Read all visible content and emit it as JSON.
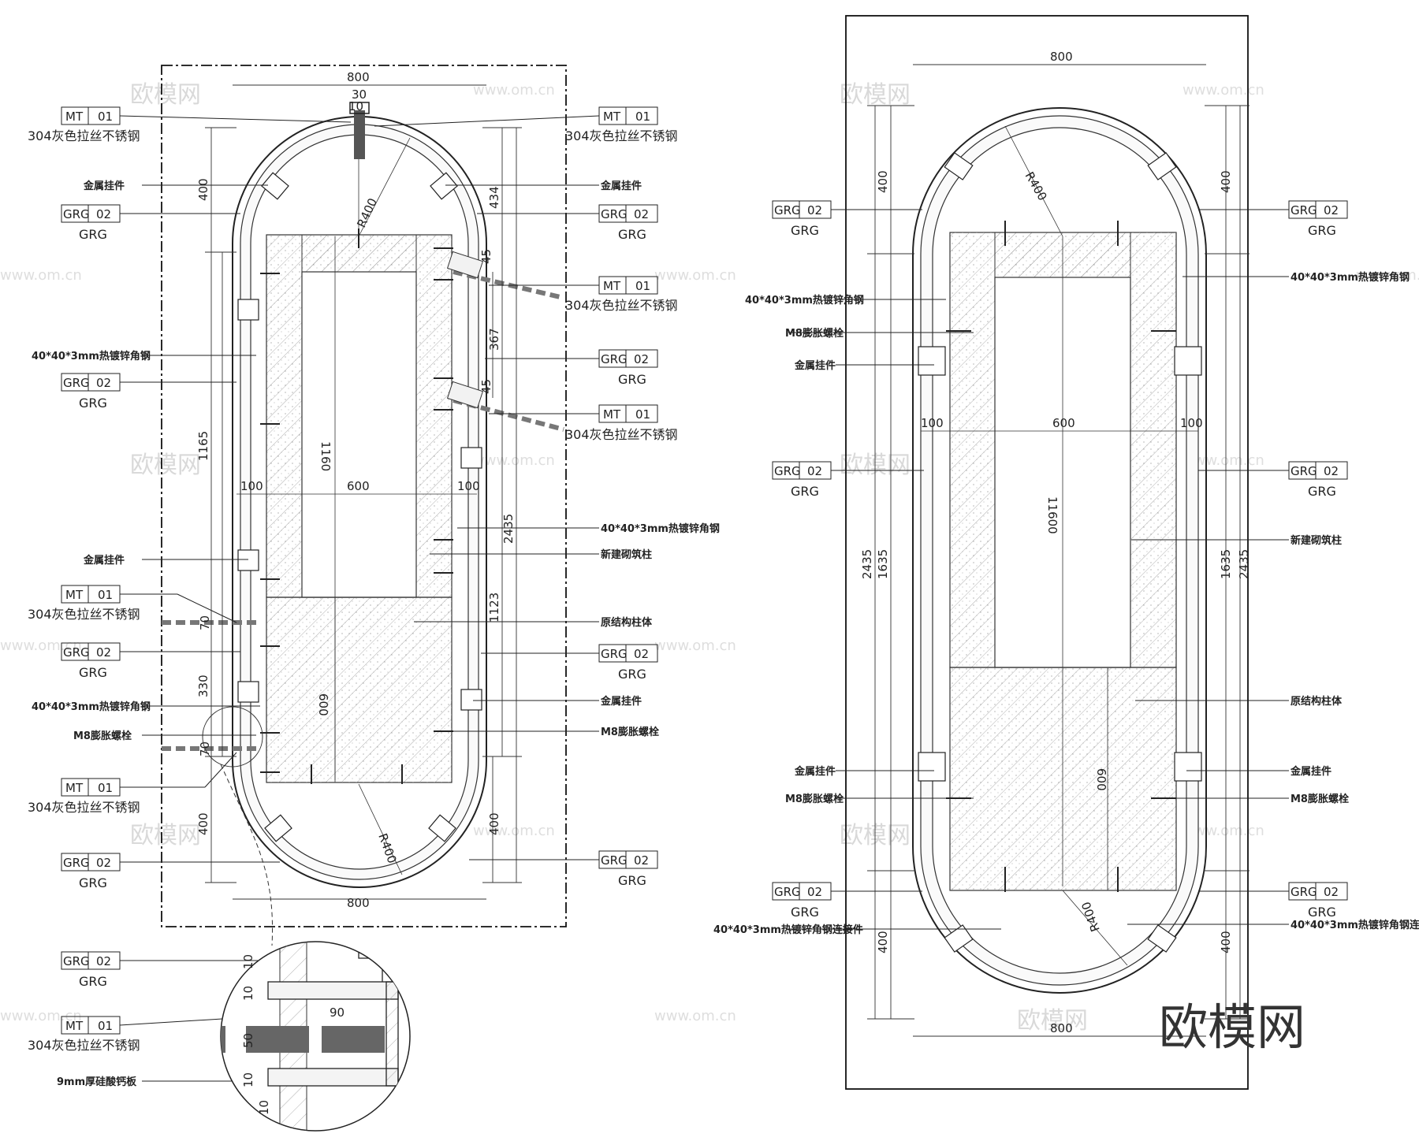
{
  "tags": {
    "mt_code": "MT",
    "mt_no": "01",
    "mt_desc": "304灰色拉丝不锈钢",
    "grg_code": "GRG",
    "grg_no": "02",
    "grg_desc": "GRG"
  },
  "labels": {
    "metal_hanger": "金属挂件",
    "angle_steel": "40*40*3mm热镀锌角钢",
    "angle_steel_connector": "40*40*3mm热镀锌角钢连接件",
    "m8_bolt": "M8膨胀螺栓",
    "new_masonry": "新建砌筑柱",
    "orig_column": "原结构柱体",
    "silicate_board": "9mm厚硅酸钙板"
  },
  "dims": {
    "w800": "800",
    "w30": "30",
    "w10": "10",
    "r400": "R400",
    "h400": "400",
    "h434": "434",
    "h367": "367",
    "h1165": "1165",
    "h1160": "1160",
    "h100": "100",
    "h600": "600",
    "h2435": "2435",
    "h1123": "1123",
    "h330": "330",
    "h70": "70",
    "h1635": "1635",
    "h11600": "11600",
    "d90": "90",
    "d50": "50",
    "d45": "45"
  },
  "watermark": {
    "brand": "欧模网",
    "site": "www.om.cn"
  }
}
